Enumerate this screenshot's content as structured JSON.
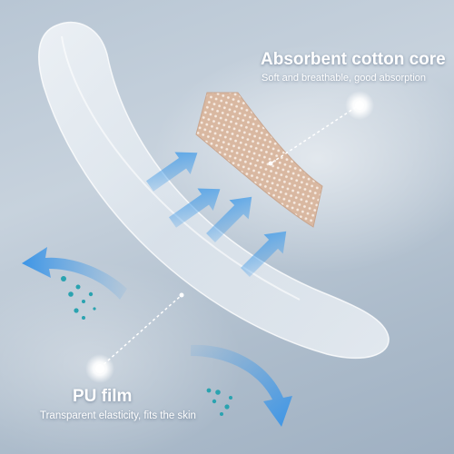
{
  "callouts": {
    "core": {
      "title": "Absorbent cotton core",
      "description": "Soft and breathable, good absorption"
    },
    "film": {
      "title": "PU film",
      "description": "Transparent elasticity, fits the skin"
    }
  },
  "colors": {
    "arrow_blue": "#4fa1e8",
    "pad_beige": "#d9b8a1",
    "particle_teal": "#2aa3b0",
    "text_white": "#ffffff"
  }
}
